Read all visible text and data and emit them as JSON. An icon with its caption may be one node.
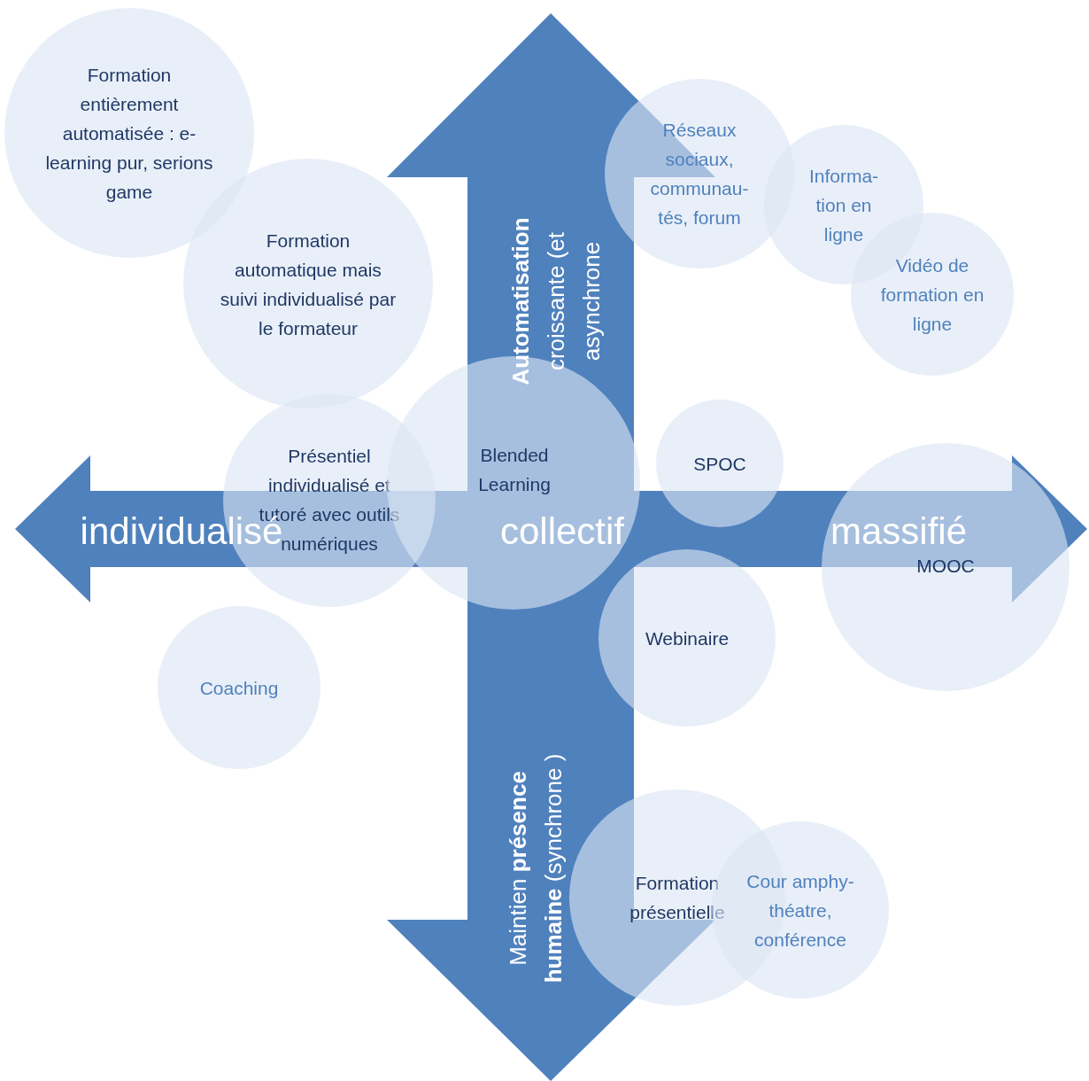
{
  "diagram": {
    "nodes": [
      {
        "text": [
          "Formation entièrement automatisée : e- learning pur, serions game"
        ]
      },
      {
        "text": [
          "Réseaux sociaux, communau- tés, forum"
        ]
      },
      {
        "text": [
          "Informa- tion en ligne"
        ]
      },
      {
        "text": [
          "Formation automatique mais suivi individualisé par le formateur"
        ]
      },
      {
        "text": [
          "Vidéo de formation en ligne"
        ]
      },
      {
        "text": [
          "Présentiel individualisé et tutoré avec outils numériques"
        ]
      },
      {
        "text": [
          "Blended Learning"
        ]
      },
      {
        "text": [
          "SPOC"
        ]
      },
      {
        "text": [
          "MOOC"
        ]
      },
      {
        "text": [
          "Webinaire"
        ]
      },
      {
        "text": [
          "Coaching"
        ]
      },
      {
        "text": [
          "Formation présentielle"
        ]
      },
      {
        "text": [
          "Cour amphy- théatre, conférence"
        ]
      }
    ],
    "labels": [
      "**Automatisation** croissante (et asynchrone",
      "individualisé",
      "collectif",
      "massifié",
      "Maintien **présence humaine** (synchrone )"
    ]
  }
}
